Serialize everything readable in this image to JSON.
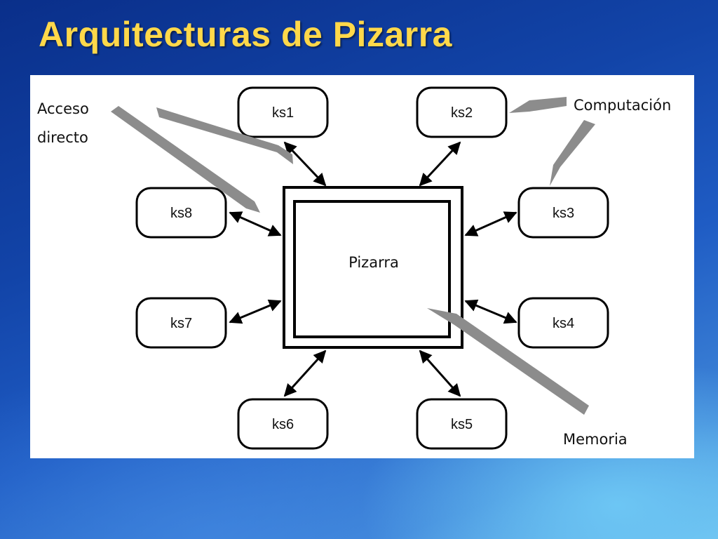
{
  "slide": {
    "title": "Arquitecturas de Pizarra"
  },
  "diagram": {
    "center_label": "Pizarra",
    "sources": [
      "ks1",
      "ks2",
      "ks3",
      "ks4",
      "ks5",
      "ks6",
      "ks7",
      "ks8"
    ],
    "annotations": {
      "access_line1": "Acceso",
      "access_line2": "directo",
      "computation": "Computación",
      "memory": "Memoria"
    },
    "colors": {
      "pointer_arrow": "#8c8c8c",
      "outline": "#000000",
      "title": "#ffd84a"
    }
  }
}
